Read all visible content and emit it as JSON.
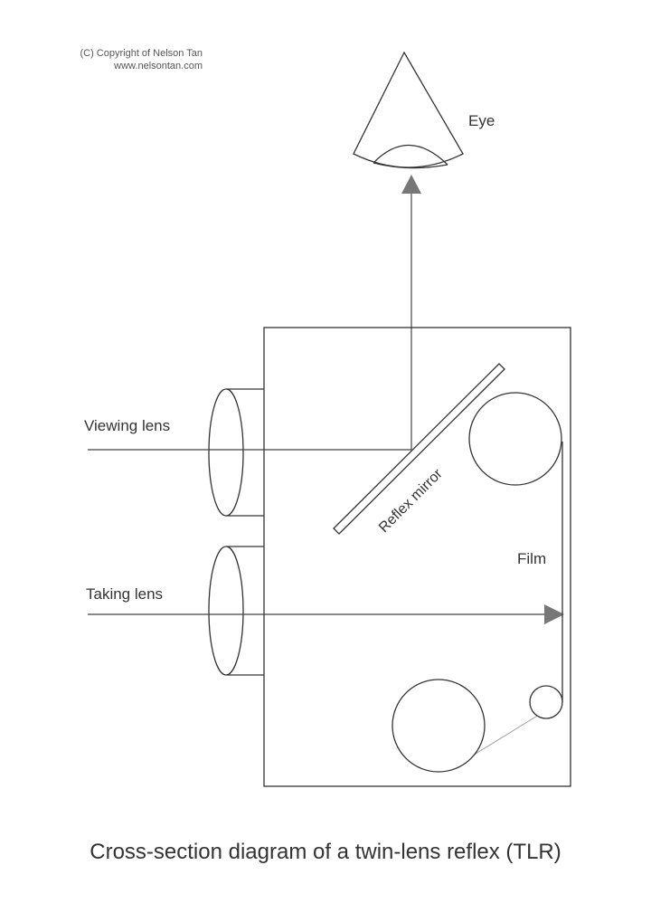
{
  "copyright": {
    "line1": "(C) Copyright of Nelson Tan",
    "line2": "www.nelsontan.com"
  },
  "labels": {
    "eye": "Eye",
    "viewing_lens": "Viewing lens",
    "taking_lens": "Taking lens",
    "reflex_mirror": "Reflex mirror",
    "film": "Film"
  },
  "caption": "Cross-section diagram of a twin-lens reflex (TLR)",
  "colors": {
    "stroke": "#333333",
    "arrow": "#777777",
    "eye_fill": "#ffffff",
    "background": "#ffffff"
  }
}
